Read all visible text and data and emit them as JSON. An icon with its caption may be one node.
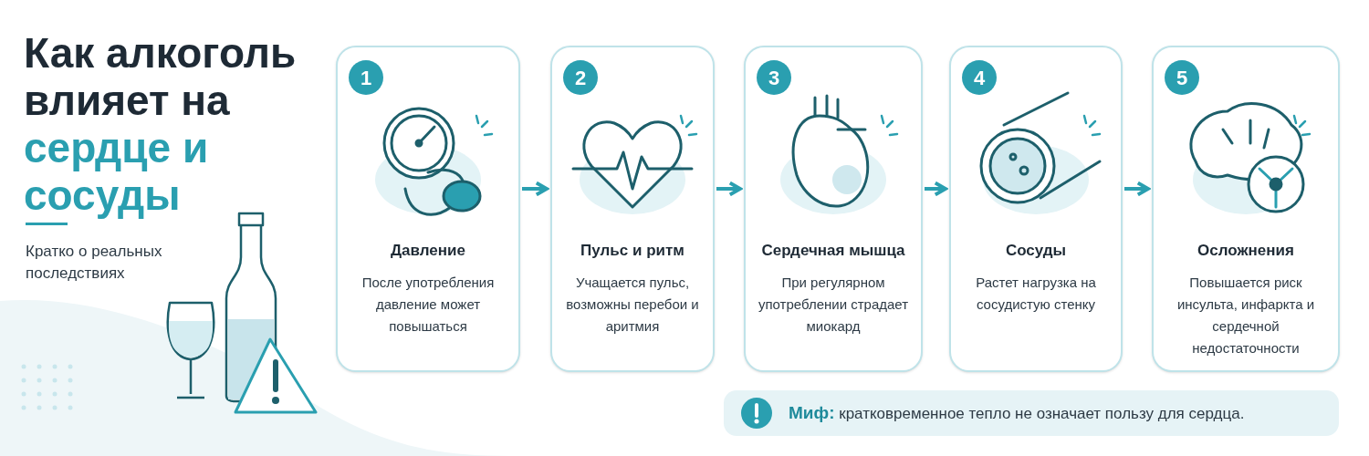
{
  "diagram": {
    "title": "Как алкоголь влияет на",
    "nodes": [
      {
        "text": [
          "1",
          "Давление",
          "После употребления давление может повышаться"
        ]
      },
      {
        "text": [
          "2",
          "Пульс и ритм",
          "Учащается пульс, возможны перебои и аритмия"
        ]
      },
      {
        "text": [
          "3",
          "Сердечная мышца",
          "При регулярном употреблении страдает миокард"
        ]
      },
      {
        "text": [
          "4",
          "Сосуды",
          "Растет нагрузка на сосудистую стенку"
        ]
      },
      {
        "text": [
          "5",
          "Осложнения",
          "Повышается риск инсульта, инфаркта и сердечной недостаточности"
        ]
      }
    ],
    "edges": [
      {
        "from": 0,
        "to": 1,
        "arrow": "to"
      },
      {
        "from": 1,
        "to": 2,
        "arrow": "to"
      },
      {
        "from": 2,
        "to": 3,
        "arrow": "to"
      },
      {
        "from": 3,
        "to": 4,
        "arrow": "to"
      }
    ],
    "labels": [
      "сердце и сосуды",
      "Кратко о реальных последствиях",
      "**Миф:** кратковременное тепло не означает пользу для сердца."
    ]
  }
}
